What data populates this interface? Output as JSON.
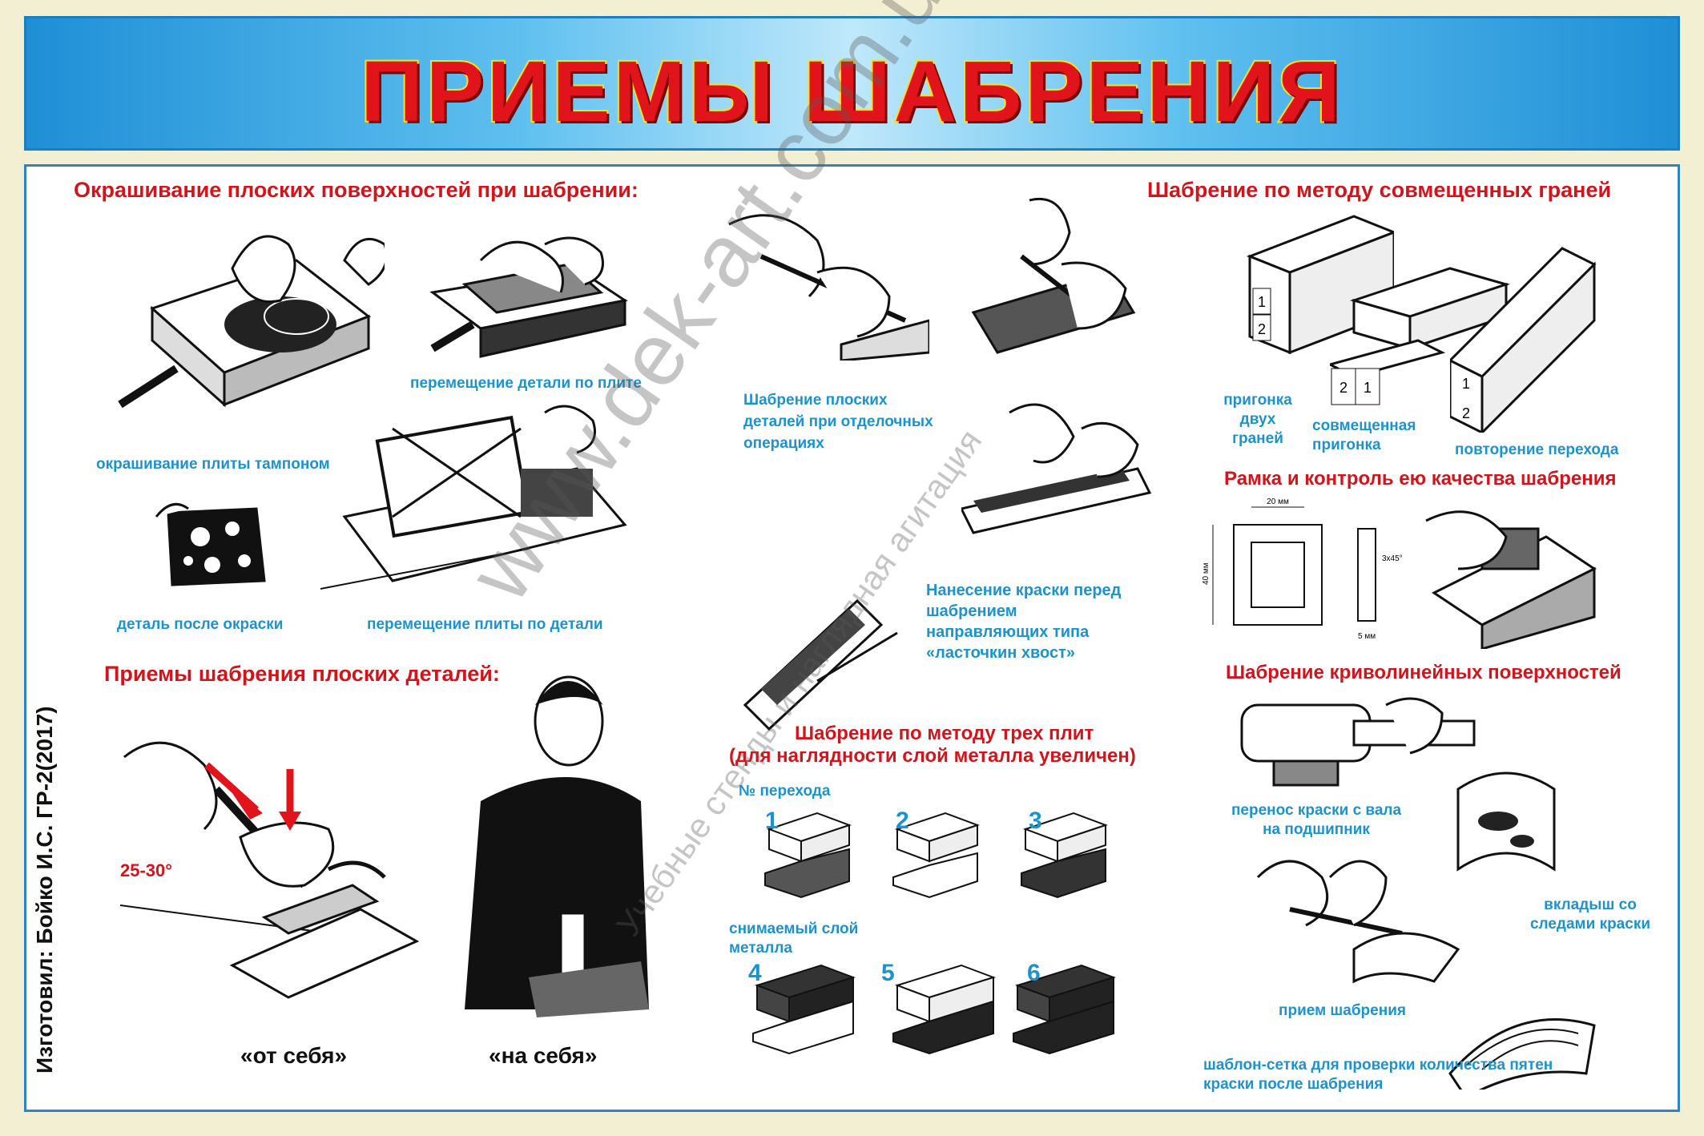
{
  "title": "ПРИЕМЫ ШАБРЕНИЯ",
  "author": "Изготовил: Бойко И.С. ГР-2(2017)",
  "watermark": {
    "main": "www.dek-art.com.ua",
    "sub": "Учебные стенды и наглядная агитация"
  },
  "headers": {
    "paint_flat": "Окрашивание плоских поверхностей при шабрении:",
    "scrape_flat": "Приемы шабрения плоских деталей:",
    "combined_faces": "Шабрение по методу совмещенных граней",
    "frame": "Рамка  и контроль ею качества шабрения",
    "curved": "Шабрение криволинейных поверхностей",
    "three_plates": "Шабрение по методу трех плит",
    "three_plates_note": "(для наглядности слой металла увеличен)"
  },
  "captions": {
    "plate_tampon": "окрашивание плиты тампоном",
    "move_part": "перемещение детали по плите",
    "part_after": "деталь после окраски",
    "move_plate": "перемещение плиты по детали",
    "finish_ops": "Шабрение плоских деталей при отделочных операциях",
    "dovetail": "Нанесение краски перед шабрением направляющих типа «ласточкин хвост»",
    "transition_no": "№ перехода",
    "removed_layer": "снимаемый слой металла",
    "fit_two": "пригонка двух граней",
    "combined_fit": "совмещенная пригонка",
    "repeat": "повторение перехода",
    "transfer_paint": "перенос краски с вала на подшипник",
    "insert": "вкладыш со следами краски",
    "technique": "прием шабрения",
    "grid_template": "шаблон-сетка для проверки количества пятен краски после шабрения",
    "away": "«от себя»",
    "toward": "«на себя»",
    "angle": "25-30°"
  },
  "frame_dims": {
    "width": "20 мм",
    "height": "40 мм",
    "chamfer": "3x45°",
    "thickness": "5 мм"
  },
  "plates": [
    "1",
    "2",
    "3",
    "4",
    "5",
    "6"
  ],
  "block_labels": {
    "a1": "1",
    "a2": "2",
    "b1": "2",
    "b2": "1",
    "c1": "1",
    "c2": "2"
  },
  "colors": {
    "header": "#d3141b",
    "caption": "#1a93cf",
    "banner": "#1f8fd6"
  }
}
